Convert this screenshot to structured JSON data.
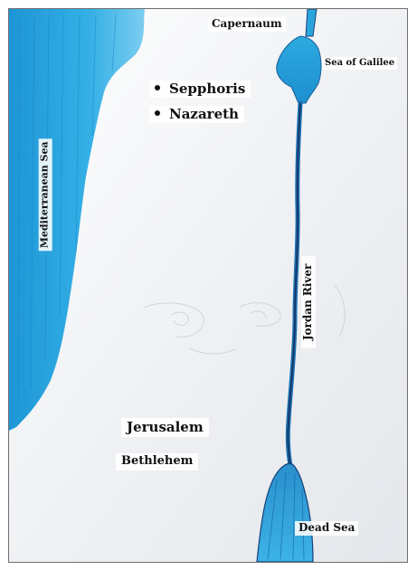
{
  "places": {
    "capernaum": "Capernaum",
    "sea_of_galilee": "Sea of Galilee",
    "sepphoris": "Sepphoris",
    "nazareth": "Nazareth",
    "mediterranean_sea": "Mediterranean Sea",
    "jordan_river": "Jordan River",
    "jerusalem": "Jerusalem",
    "bethlehem": "Bethlehem",
    "dead_sea": "Dead Sea"
  },
  "colors": {
    "water": "#2aa6dd",
    "water_deep": "#1679b8",
    "paper": "#f2f3f5",
    "river": "#1a3d7a"
  }
}
